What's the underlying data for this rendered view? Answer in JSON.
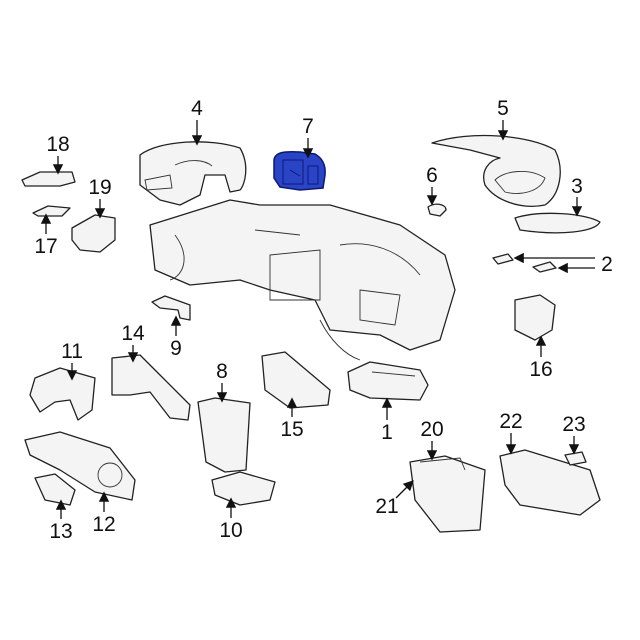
{
  "diagram": {
    "highlight_color": "#2a44c8",
    "callouts": [
      {
        "id": "4",
        "label": "4"
      },
      {
        "id": "7",
        "label": "7"
      },
      {
        "id": "5",
        "label": "5"
      },
      {
        "id": "18",
        "label": "18"
      },
      {
        "id": "19",
        "label": "19"
      },
      {
        "id": "6",
        "label": "6"
      },
      {
        "id": "3",
        "label": "3"
      },
      {
        "id": "17",
        "label": "17"
      },
      {
        "id": "2",
        "label": "2"
      },
      {
        "id": "9",
        "label": "9"
      },
      {
        "id": "11",
        "label": "11"
      },
      {
        "id": "14",
        "label": "14"
      },
      {
        "id": "8",
        "label": "8"
      },
      {
        "id": "16",
        "label": "16"
      },
      {
        "id": "15",
        "label": "15"
      },
      {
        "id": "1",
        "label": "1"
      },
      {
        "id": "20",
        "label": "20"
      },
      {
        "id": "22",
        "label": "22"
      },
      {
        "id": "23",
        "label": "23"
      },
      {
        "id": "12",
        "label": "12"
      },
      {
        "id": "13",
        "label": "13"
      },
      {
        "id": "10",
        "label": "10"
      },
      {
        "id": "21",
        "label": "21"
      }
    ]
  }
}
